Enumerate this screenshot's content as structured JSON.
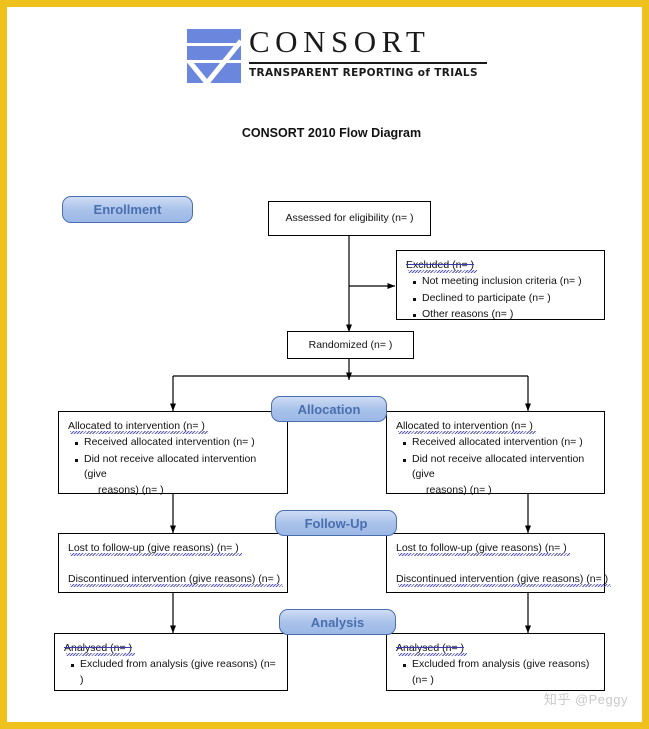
{
  "frame": {
    "border_color": "#efc11c",
    "background": "#ffffff"
  },
  "logo": {
    "wordmark": "CONSORT",
    "tagline": "TRANSPARENT REPORTING of TRIALS",
    "mark_color": "#6b86dd"
  },
  "diagram": {
    "title": "CONSORT 2010 Flow Diagram",
    "accent_color": "#4a6fae",
    "pill_fill": "#a9c2ea"
  },
  "sections": {
    "enrollment": "Enrollment",
    "allocation": "Allocation",
    "followup": "Follow-Up",
    "analysis": "Analysis"
  },
  "boxes": {
    "assessed": {
      "text": "Assessed for eligibility (n=  )"
    },
    "excluded": {
      "heading": "Excluded  (n=   )",
      "bullets": [
        "Not meeting inclusion criteria (n=  )",
        "Declined to participate (n=  )",
        "Other reasons (n=  )"
      ]
    },
    "randomized": {
      "text": "Randomized (n=  )"
    },
    "allocated_left": {
      "heading": "Allocated to intervention (n=  )",
      "bullets": [
        "Received allocated intervention (n=  )",
        "Did not receive allocated intervention (give"
      ],
      "bullet2_cont": "reasons) (n=  )"
    },
    "allocated_right": {
      "heading": "Allocated to intervention (n=  )",
      "bullets": [
        "Received allocated intervention (n=  )",
        "Did not receive allocated intervention (give"
      ],
      "bullet2_cont": "reasons) (n=  )"
    },
    "followup_left": {
      "line1": "Lost to follow-up (give reasons) (n=  )",
      "line2": "Discontinued intervention (give reasons) (n=  )"
    },
    "followup_right": {
      "line1": "Lost to follow-up (give reasons) (n=  )",
      "line2": "Discontinued intervention (give reasons) (n=  )"
    },
    "analysis_left": {
      "heading": "Analysed  (n=  )",
      "bullets": [
        "Excluded from analysis (give reasons) (n=  )"
      ]
    },
    "analysis_right": {
      "heading": "Analysed  (n=  )",
      "bullets": [
        "Excluded from analysis (give reasons) (n=  )"
      ]
    }
  },
  "watermark": {
    "text": "知乎 @Peggy"
  }
}
